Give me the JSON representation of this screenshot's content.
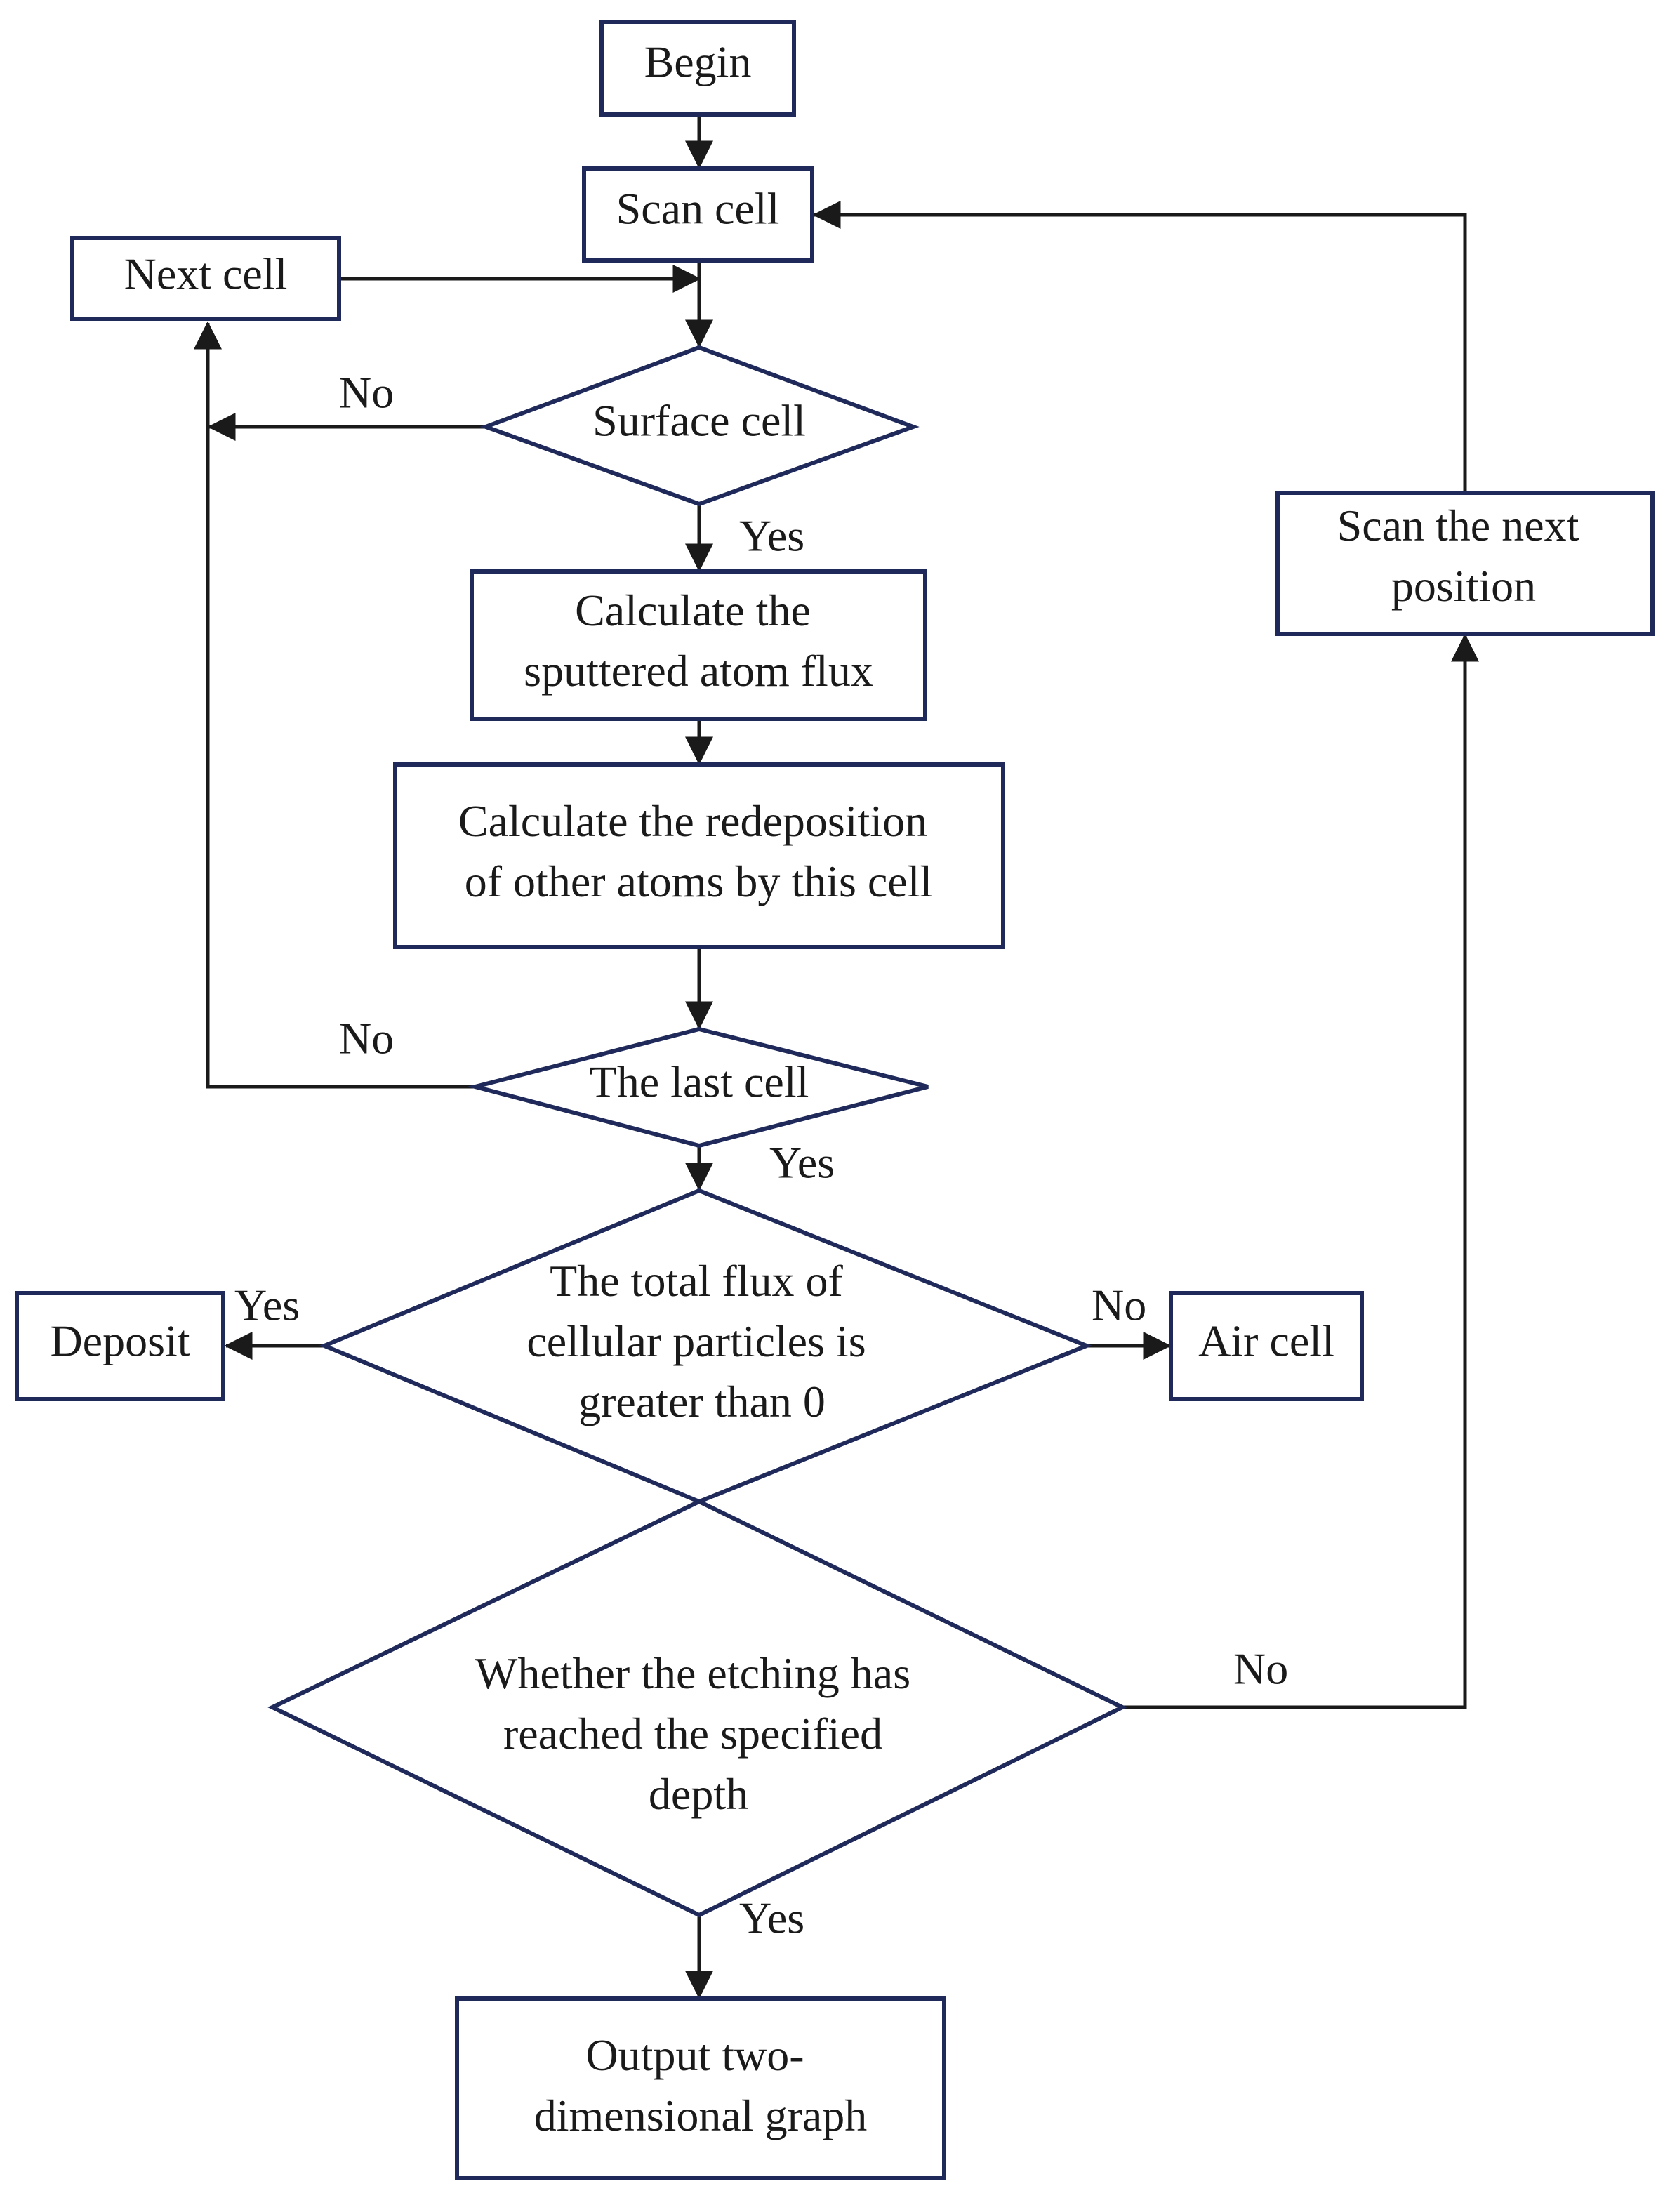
{
  "nodes": {
    "begin": "Begin",
    "scan_cell": "Scan cell",
    "next_cell": "Next cell",
    "surface_cell": "Surface cell",
    "calc_flux": [
      "Calculate the",
      "sputtered atom flux"
    ],
    "calc_redeposition": [
      "Calculate the redeposition",
      "of other atoms by this cell"
    ],
    "last_cell": "The last cell",
    "total_flux": [
      "The total flux of",
      "cellular particles is",
      "greater than 0"
    ],
    "deposit": "Deposit",
    "air_cell": "Air cell",
    "etching_depth": [
      "Whether the etching has",
      "reached the specified",
      "depth"
    ],
    "scan_next_position": [
      "Scan the next",
      "position"
    ],
    "output_graph": [
      "Output two-",
      "dimensional graph"
    ]
  },
  "labels": {
    "surface_no": "No",
    "surface_yes": "Yes",
    "last_no": "No",
    "last_yes": "Yes",
    "flux_yes": "Yes",
    "flux_no": "No",
    "etching_no": "No",
    "etching_yes": "Yes"
  },
  "colors": {
    "box_border": "#1f2a5a",
    "connector": "#1a1a1a",
    "text": "#1a1a1a"
  }
}
